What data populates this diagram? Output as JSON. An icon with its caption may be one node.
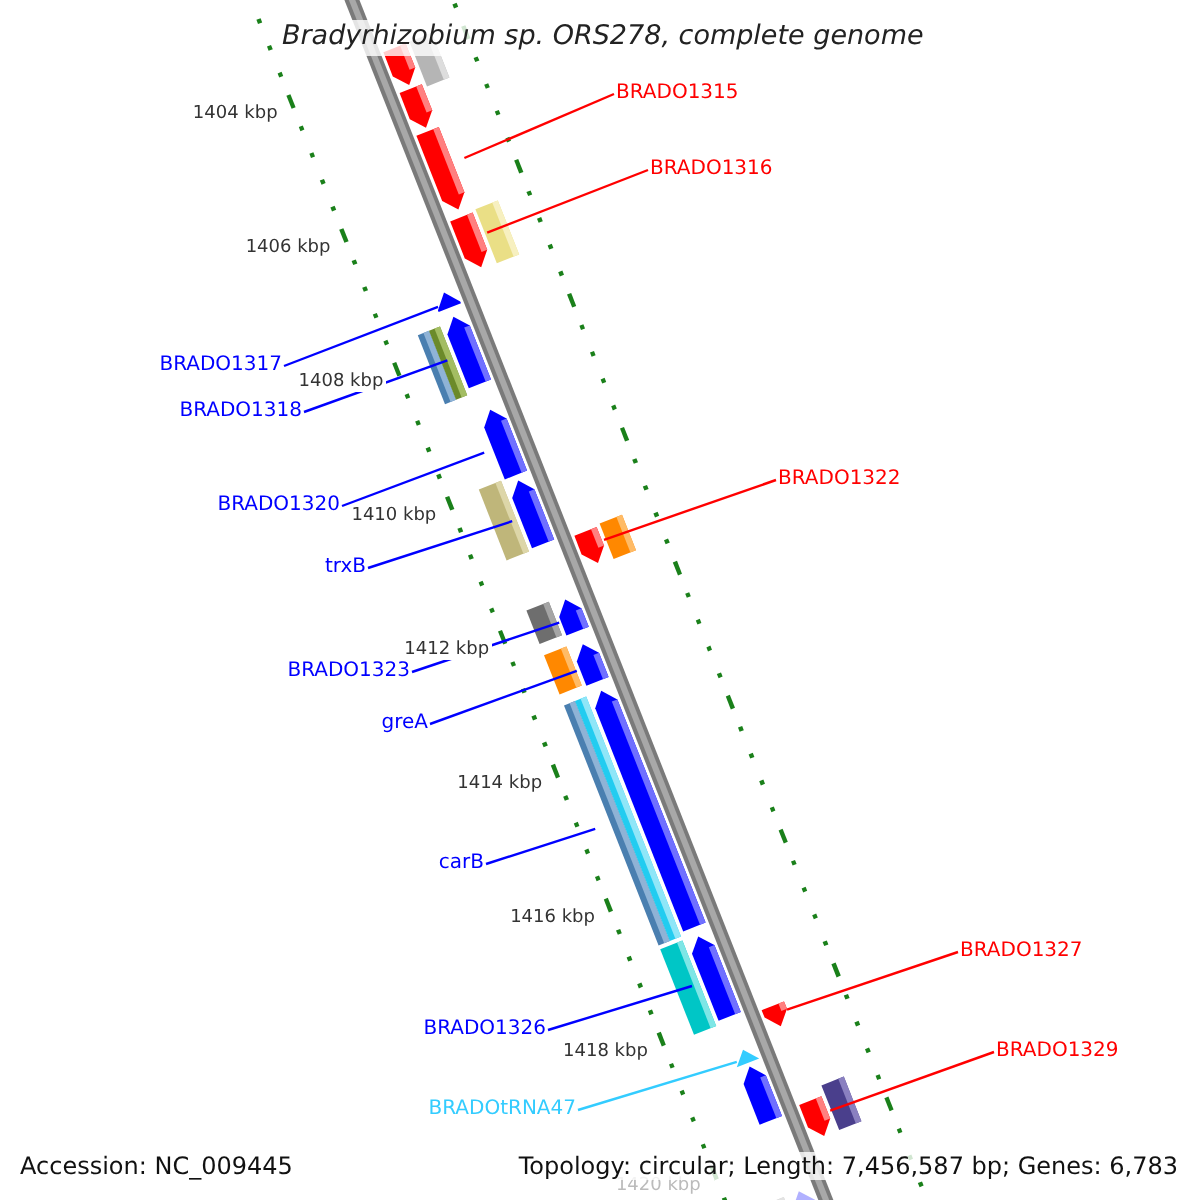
{
  "diagram": {
    "title": "Bradyrhizobium sp. ORS278, complete genome",
    "nodes": [
      {
        "text": [
          "BRADO1315"
        ]
      },
      {
        "text": [
          "BRADO1316"
        ]
      },
      {
        "text": [
          "BRADO1317"
        ]
      },
      {
        "text": [
          "BRADO1318"
        ]
      },
      {
        "text": [
          "BRADO1322"
        ]
      },
      {
        "text": [
          "BRADO1320"
        ]
      },
      {
        "text": [
          "trxB"
        ]
      },
      {
        "text": [
          "BRADO1323"
        ]
      },
      {
        "text": [
          "greA"
        ]
      },
      {
        "text": [
          "carB"
        ]
      },
      {
        "text": [
          "BRADO1327"
        ]
      },
      {
        "text": [
          "BRADO1326"
        ]
      },
      {
        "text": [
          "BRADO1329"
        ]
      },
      {
        "text": [
          "BRADOtRNA47"
        ]
      },
      {
        "text": [],
        "shape": "arrow"
      },
      {
        "text": [],
        "shape": "arrow"
      },
      {
        "text": [],
        "shape": "arrow"
      },
      {
        "text": [],
        "shape": "arrow"
      },
      {
        "text": [],
        "shape": "arrow"
      },
      {
        "text": [],
        "shape": "arrow"
      },
      {
        "text": [],
        "shape": "arrow"
      },
      {
        "text": [],
        "shape": "arrow"
      },
      {
        "text": [],
        "shape": "arrow"
      },
      {
        "text": [],
        "shape": "arrow"
      },
      {
        "text": [],
        "shape": "arrow"
      },
      {
        "text": [],
        "shape": "arrow"
      },
      {
        "text": [],
        "shape": "arrow"
      },
      {
        "text": [],
        "shape": "arrow"
      },
      {
        "text": [],
        "shape": "arrow"
      },
      {
        "text": [],
        "shape": "arrow"
      },
      {
        "text": [],
        "shape": "box"
      },
      {
        "text": [],
        "shape": "box"
      },
      {
        "text": [],
        "shape": "box"
      },
      {
        "text": [],
        "shape": "box"
      },
      {
        "text": [],
        "shape": "box"
      },
      {
        "text": [],
        "shape": "box"
      },
      {
        "text": [],
        "shape": "box"
      },
      {
        "text": [],
        "shape": "box"
      },
      {
        "text": [],
        "shape": "box"
      },
      {
        "text": [],
        "shape": "box"
      },
      {
        "text": [],
        "shape": "box"
      },
      {
        "text": [],
        "shape": "arrow"
      },
      {
        "text": [],
        "shape": "box"
      },
      {
        "text": [],
        "shape": "arrow"
      },
      {
        "text": [],
        "shape": "box"
      }
    ],
    "edges": [
      {
        "from": 0,
        "to": 14,
        "arrow": "none",
        "color": "#ff0000"
      },
      {
        "from": 1,
        "to": 15,
        "arrow": "none",
        "color": "#ff0000"
      },
      {
        "from": 2,
        "to": 16,
        "arrow": "none"
      },
      {
        "from": 3,
        "to": 17,
        "arrow": "none"
      },
      {
        "from": 4,
        "to": 18,
        "arrow": "none",
        "color": "#ff0000"
      },
      {
        "from": 5,
        "to": 19,
        "arrow": "none"
      },
      {
        "from": 6,
        "to": 20,
        "arrow": "none"
      },
      {
        "from": 7,
        "to": 21,
        "arrow": "none"
      },
      {
        "from": 8,
        "to": 22,
        "arrow": "none"
      },
      {
        "from": 9,
        "to": 23,
        "arrow": "none"
      },
      {
        "from": 10,
        "to": 24,
        "arrow": "none",
        "color": "#ff0000"
      },
      {
        "from": 11,
        "to": 25,
        "arrow": "none"
      },
      {
        "from": 12,
        "to": 26,
        "arrow": "none",
        "color": "#ff0000"
      },
      {
        "from": 13,
        "to": 27,
        "arrow": "none",
        "color": "#33ccff"
      }
    ],
    "labels": [
      "1404 kbp",
      "1406 kbp",
      "1408 kbp",
      "1410 kbp",
      "1412 kbp",
      "1414 kbp",
      "1416 kbp",
      "1418 kbp",
      "1420 kbp",
      "Accession: NC_009445",
      "Topology: circular; Length: 7,456,587 bp; Genes: 6,783"
    ]
  }
}
